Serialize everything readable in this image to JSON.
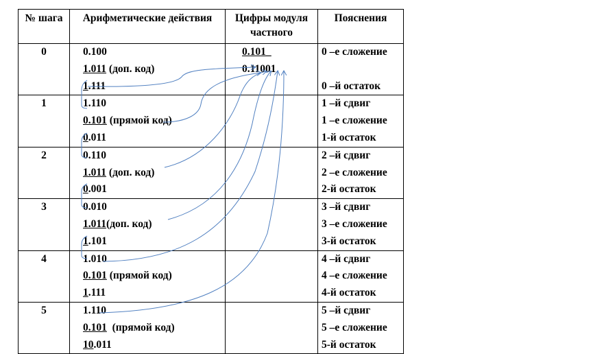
{
  "headers": {
    "step": "№ шага",
    "ops": "Арифметические действия",
    "quot": "Цифры модуля частного",
    "exp": "Пояснения"
  },
  "rows": [
    {
      "step": "0",
      "ops": [
        {
          "u": "",
          "rest": "0.100"
        },
        {
          "u": "1.011",
          "rest": " (доп. код)"
        },
        {
          "u": "1",
          "rest": ".111"
        }
      ],
      "quot": [
        "0.101_",
        "0.11001",
        ""
      ],
      "exp": [
        "0 –е сложение",
        "",
        "0 –й остаток"
      ]
    },
    {
      "step": "1",
      "ops": [
        {
          "u": "",
          "rest": "1.110"
        },
        {
          "u": "0.101",
          "rest": " (прямой код)"
        },
        {
          "u": "0",
          "rest": ".011"
        }
      ],
      "quot": [
        "",
        "",
        ""
      ],
      "exp": [
        "1 –й сдвиг",
        "1 –е сложение",
        "1-й остаток"
      ]
    },
    {
      "step": "2",
      "ops": [
        {
          "u": "",
          "rest": "0.110"
        },
        {
          "u": "1.011",
          "rest": " (доп. код)"
        },
        {
          "u": "0",
          "rest": ".001"
        }
      ],
      "quot": [
        "",
        "",
        ""
      ],
      "exp": [
        "2 –й сдвиг",
        "2 –е сложение",
        "2-й остаток"
      ]
    },
    {
      "step": "3",
      "ops": [
        {
          "u": "",
          "rest": "0.010"
        },
        {
          "u": "1.011",
          "rest": "(доп. код)"
        },
        {
          "u": "1",
          "rest": ".101"
        }
      ],
      "quot": [
        "",
        "",
        ""
      ],
      "exp": [
        "3 –й сдвиг",
        "3 –е сложение",
        "3-й остаток"
      ]
    },
    {
      "step": "4",
      "ops": [
        {
          "u": "",
          "rest": "1.010"
        },
        {
          "u": "0.101",
          "rest": " (прямой код)"
        },
        {
          "u": "1",
          "rest": ".111"
        }
      ],
      "quot": [
        "",
        "",
        ""
      ],
      "exp": [
        "4 –й сдвиг",
        "4 –е сложение",
        "4-й остаток"
      ]
    },
    {
      "step": "5",
      "ops": [
        {
          "u": "",
          "rest": "1.110"
        },
        {
          "u": "0.101",
          "rest": "  (прямой код)"
        },
        {
          "u": "10",
          "rest": ".011"
        }
      ],
      "quot": [
        "",
        "",
        ""
      ],
      "exp": [
        "5 –й сдвиг",
        "5 –е сложение",
        "5-й остаток"
      ]
    }
  ],
  "arrow_color": "#4f7fc0"
}
